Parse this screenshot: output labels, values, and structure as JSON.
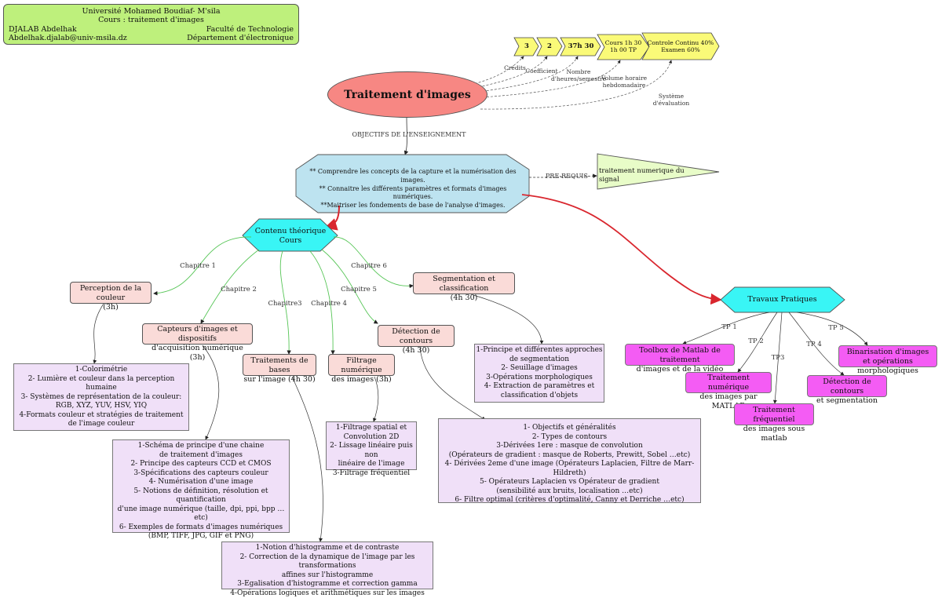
{
  "header": {
    "university": "Université Mohamed Boudiaf- M'sila",
    "course": "Cours : traitement d'images",
    "author": "DJALAB Abdelhak",
    "email": "Abdelhak.djalab@univ-msila.dz",
    "faculty": "Faculté de Technologie",
    "department": "Département d'électronique"
  },
  "main_title": "Traitement  d'images",
  "info_arrows": {
    "items": [
      "3",
      "2",
      "37h 30",
      "Cours 1h 30\n1h 00 TP",
      "Controle Continu 40%\nExamen 60%"
    ],
    "labels": [
      "Crédits",
      "Coefficient",
      "Nombre\nd'heures/semestre",
      "Volume horaire\nhebdomadaire",
      "Système\nd'évaluation"
    ]
  },
  "objectives": {
    "edge_label": "OBJECTIFS DE L'ENSEIGNEMENT",
    "text": "** Comprendre les concepts de la capture et la numérisation des images.\n** Connaitre les différents paramètres et formats d'images numériques.\n**Maitriser les fondements de base de l'analyse d'images."
  },
  "prerequisites": {
    "edge_label": "PRE-REQUIS",
    "text": "traitement numerique du signal"
  },
  "theory": {
    "title": "Contenu théorique\nCours",
    "chapters": [
      {
        "edge": "Chapitre 1",
        "title": "Perception de la couleur\n(3h)",
        "details": "1-Colorimétrie\n2- Lumière et couleur dans la perception humaine\n3- Systèmes de représentation de la couleur:\nRGB, XYZ, YUV, HSV, YIQ\n4-Formats couleur et stratégies de traitement\nde l'image couleur"
      },
      {
        "edge": "Chapitre 2",
        "title": "Capteurs d'images et dispositifs\nd'acquisition numérique (3h)",
        "details": "1-Schéma de principe d'une chaine\nde traitement d'images\n2- Principe des capteurs CCD et CMOS\n3-Spécifications des capteurs couleur\n4- Numérisation d'une image\n5- Notions de définition, résolution et quantification\nd'une image numérique (taille, dpi, ppi, bpp …etc)\n6- Exemples de formats d'images numériques\n(BMP, TIFF, JPG, GIF et PNG)"
      },
      {
        "edge": "Chapitre3",
        "title": "Traitements de bases\nsur l'image (4h 30)",
        "details": "1-Notion d'histogramme et de contraste\n2- Correction de la dynamique de l'image par les transformations\naffines sur l'histogramme\n3-Egalisation d'histogramme et correction gamma\n4-Opérations logiques et arithmétiques sur les images"
      },
      {
        "edge": "Chapitre 4",
        "title": "Filtrage numérique\ndes images (3h)",
        "details": "1-Filtrage spatial et\nConvolution 2D\n2- Lissage linéaire puis non\nlinéaire de l'image\n3-Filtrage fréquentiel"
      },
      {
        "edge": "Chapitre 5",
        "title": "Détection de contours\n(4h 30)",
        "details": "1- Objectifs et généralités\n2- Types de contours\n3-Dérivées 1ere : masque de convolution\n(Opérateurs de gradient : masque de Roberts, Prewitt, Sobel …etc)\n4- Dérivées 2eme d'une image (Opérateurs Laplacien, Filtre de Marr-Hildreth)\n5- Opérateurs   Laplacien   vs   Opérateur   de   gradient\n(sensibilité   aux   bruits, localisation …etc)\n6- Filtre optimal (critères d'optimalité, Canny et Derriche …etc)"
      },
      {
        "edge": "Chapitre 6",
        "title": "Segmentation et classification\n(4h 30)",
        "details": "1-Principe et différentes approches\nde segmentation\n2- Seuillage d'images\n3-Opérations morphologiques\n4- Extraction de paramètres et\nclassification d'objets"
      }
    ]
  },
  "practicals": {
    "title": "Travaux Pratiques",
    "items": [
      {
        "edge": "TP 1",
        "label": "Toolbox de Matlab de traitement\nd'images et de la vidéo"
      },
      {
        "edge": "TP 2",
        "label": "Traitement numérique\ndes images par MATLAB"
      },
      {
        "edge": "TP3",
        "label": "Traitement fréquentiel\ndes images sous matlab"
      },
      {
        "edge": "TP 4",
        "label": "Détection de contours\net segmentation"
      },
      {
        "edge": "TP 5",
        "label": "Binarisation d'images\net opérations morphologiques"
      }
    ]
  },
  "colors": {
    "header_bg": "#bef07c",
    "main_node": "#f78783",
    "arrow_fill": "#fafa78",
    "objectives_bg": "#bde3f0",
    "prereq_bg": "#e8fcc8",
    "hexagon": "#39f5f5",
    "chapter_bg": "#fadbd8",
    "detail_bg": "#f0e0f8",
    "tp_bg": "#f45cf4",
    "main_edge": "#d9262e",
    "chapter_edge": "#56c556"
  }
}
